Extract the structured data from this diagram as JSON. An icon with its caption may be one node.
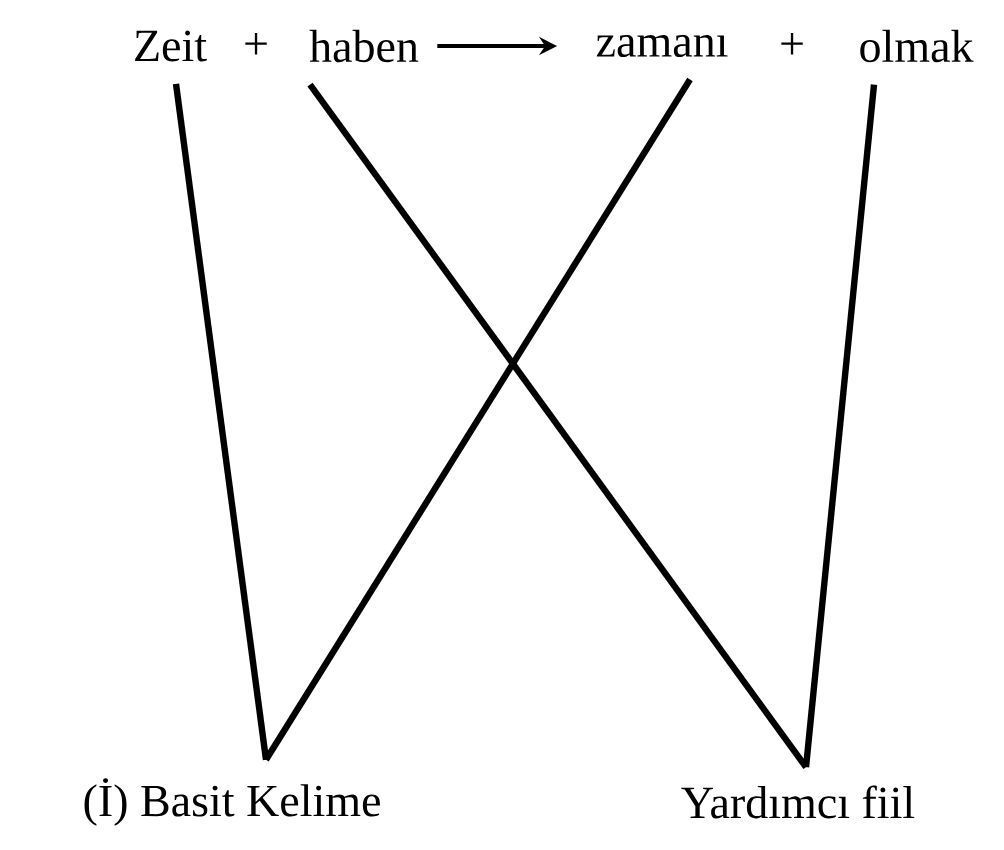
{
  "diagram": {
    "nodes": [
      {
        "text": [
          "Zeit"
        ]
      },
      {
        "text": [
          "haben"
        ]
      },
      {
        "text": [
          "zamanı"
        ]
      },
      {
        "text": [
          "olmak"
        ]
      },
      {
        "text": [
          "(İ) Basit Kelime"
        ]
      },
      {
        "text": [
          "Yardımcı fiil"
        ]
      }
    ],
    "edges": [
      {
        "from": 1,
        "to": 2,
        "arrow": "to"
      },
      {
        "from": 0,
        "to": 4,
        "arrow": "none"
      },
      {
        "from": 1,
        "to": 5,
        "arrow": "none"
      },
      {
        "from": 2,
        "to": 4,
        "arrow": "none"
      },
      {
        "from": 3,
        "to": 5,
        "arrow": "none"
      }
    ],
    "labels": [
      "+",
      "+"
    ]
  }
}
